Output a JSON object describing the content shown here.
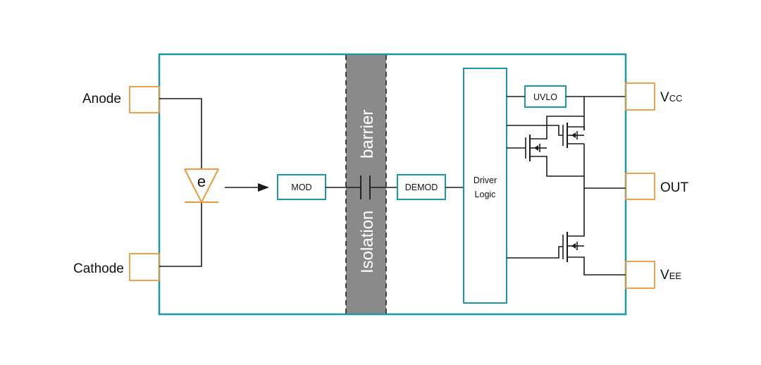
{
  "pins": {
    "anode": "Anode",
    "cathode": "Cathode",
    "vcc_main": "V",
    "vcc_sub": "CC",
    "out": "OUT",
    "vee_main": "V",
    "vee_sub": "EE"
  },
  "blocks": {
    "led_symbol": "e",
    "mod": "MOD",
    "demod": "DEMOD",
    "driver_line1": "Driver",
    "driver_line2": "Logic",
    "uvlo": "UVLO"
  },
  "barrier": {
    "line1": "Isolation",
    "line2": "barrier"
  },
  "colors": {
    "package_outline": "#1a98a8",
    "pin_pad": "#e89a3c",
    "barrier_fill": "#8a8a8a",
    "wire": "#1a1a1a"
  }
}
